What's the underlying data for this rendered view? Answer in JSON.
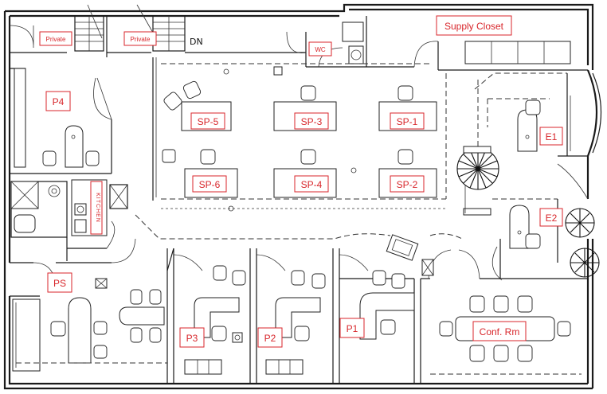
{
  "labels": {
    "private_1": "Private",
    "private_2": "Private",
    "dn": "DN",
    "wc": "WC",
    "supply_closet": "Supply Closet",
    "p4": "P4",
    "sp5": "SP-5",
    "sp3": "SP-3",
    "sp1": "SP-1",
    "sp6": "SP-6",
    "sp4": "SP-4",
    "sp2": "SP-2",
    "e1": "E1",
    "e2": "E2",
    "kitchen": "KITCHEN",
    "ps": "PS",
    "p3": "P3",
    "p2": "P2",
    "p1": "P1",
    "conf": "Conf. Rm"
  },
  "colors": {
    "label_red": "#d8262b",
    "wall": "#1a1a1a"
  }
}
